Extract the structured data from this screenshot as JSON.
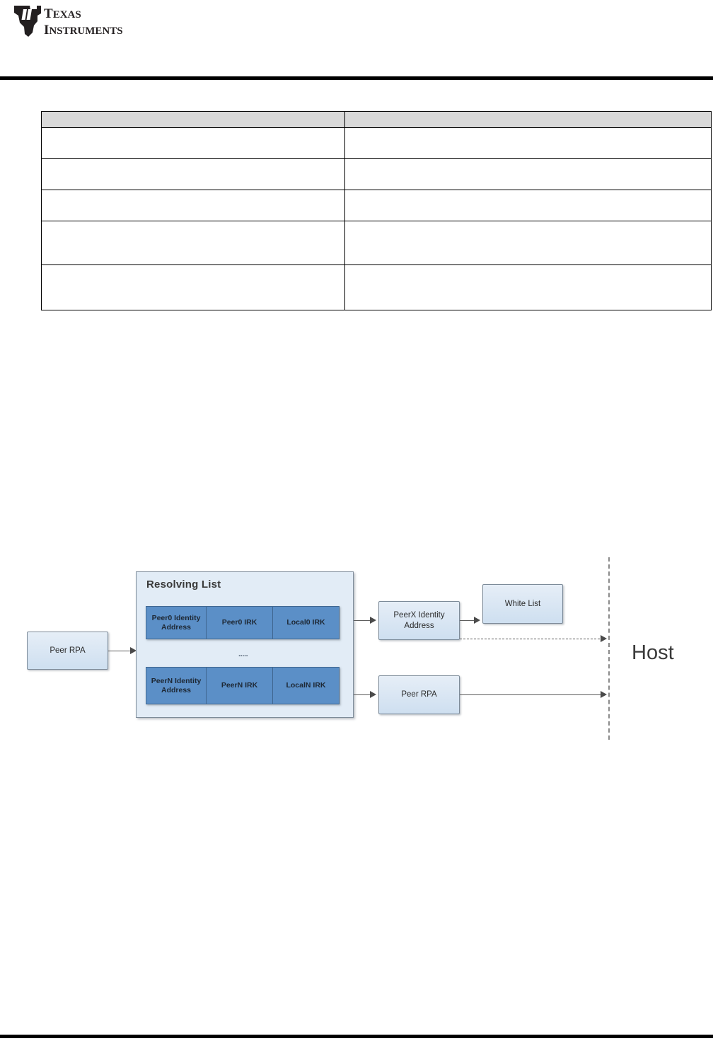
{
  "header": {
    "brand_line1": "Texas",
    "brand_line2": "Instruments",
    "logo_mark": "ti"
  },
  "table": {
    "columns": [
      {
        "header": ""
      },
      {
        "header": ""
      }
    ],
    "rows": [
      {
        "cells": [
          "",
          ""
        ],
        "height": 44
      },
      {
        "cells": [
          "",
          ""
        ],
        "height": 44
      },
      {
        "cells": [
          "",
          ""
        ],
        "height": 44
      },
      {
        "cells": [
          "",
          ""
        ],
        "height": 62
      },
      {
        "cells": [
          "",
          ""
        ],
        "height": 64
      }
    ]
  },
  "diagram": {
    "title": "",
    "peer_rpa_in": "Peer RPA",
    "resolving_list": {
      "title": "Resolving List",
      "ellipsis": "·····",
      "rows": [
        {
          "identity_address": "Peer0 Identity Address",
          "peer_irk": "Peer0 IRK",
          "local_irk": "Local0 IRK"
        },
        {
          "identity_address": "PeerN Identity Address",
          "peer_irk": "PeerN IRK",
          "local_irk": "LocalN IRK"
        }
      ]
    },
    "peerx_identity_address": "PeerX Identity Address",
    "white_list": "White List",
    "peer_rpa_out": "Peer RPA",
    "host": "Host",
    "colors": {
      "cell_fill": "#5b8fc7",
      "cell_border": "#3f6791",
      "node_fill_top": "#e6eef7",
      "node_fill_bottom": "#cedff0",
      "node_border": "#7d8b99",
      "container_fill": "#e2ecf6",
      "arrow": "#5a5a5a",
      "host_divider": "#8b8b8b",
      "table_header_fill": "#d9d9d9",
      "rule": "#000000"
    }
  }
}
